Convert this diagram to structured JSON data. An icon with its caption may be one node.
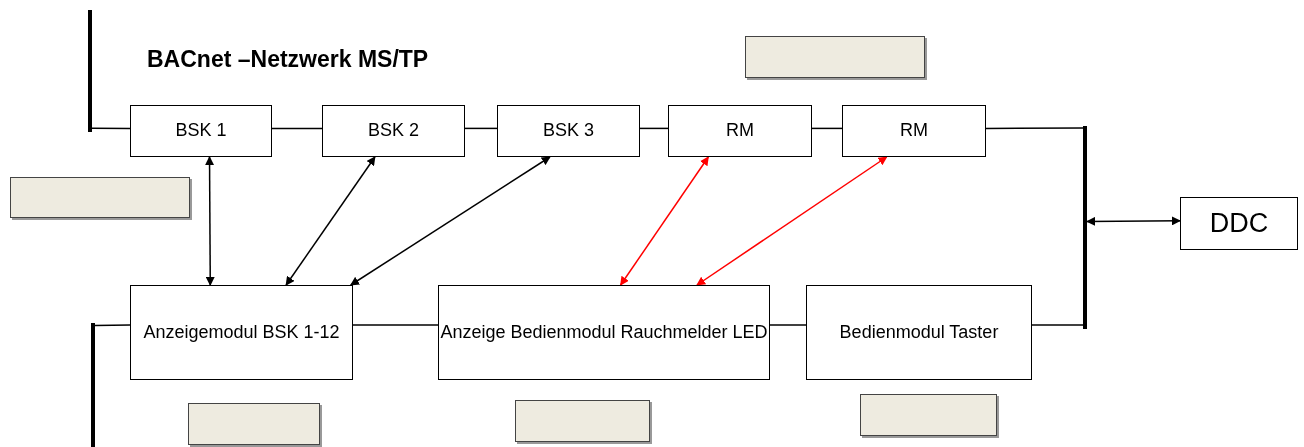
{
  "diagram": {
    "title": "**BACnet** –**Netzwerk MS/TP**",
    "nodes": [
      {
        "text": [],
        "shape": "bar"
      },
      {
        "text": [
          "BSK 1"
        ]
      },
      {
        "text": [
          "BSK 2"
        ]
      },
      {
        "text": [
          "BSK 3"
        ]
      },
      {
        "text": [
          "RM"
        ]
      },
      {
        "text": [
          "RM"
        ]
      },
      {
        "text": [],
        "shape": "box"
      },
      {
        "text": [],
        "shape": "box"
      },
      {
        "text": [],
        "shape": "bar"
      },
      {
        "text": [
          "DDC"
        ]
      },
      {
        "text": [
          "Anzeigemodul BSK 1-12"
        ]
      },
      {
        "text": [
          "Anzeige Bedienmodul Rauchmelder LED"
        ]
      },
      {
        "text": [
          "Bedienmodul Taster"
        ]
      },
      {
        "text": [],
        "shape": "bar"
      },
      {
        "text": [],
        "shape": "box"
      },
      {
        "text": [],
        "shape": "box"
      },
      {
        "text": [],
        "shape": "box"
      }
    ],
    "edges": [
      {
        "from": 0,
        "to": 1,
        "arrow": "none"
      },
      {
        "from": 1,
        "to": 2,
        "arrow": "none"
      },
      {
        "from": 2,
        "to": 3,
        "arrow": "none"
      },
      {
        "from": 3,
        "to": 4,
        "arrow": "none"
      },
      {
        "from": 4,
        "to": 5,
        "arrow": "none"
      },
      {
        "from": 5,
        "to": 8,
        "arrow": "none"
      },
      {
        "from": 8,
        "to": 9,
        "arrow": "both"
      },
      {
        "from": 1,
        "to": 10,
        "arrow": "both"
      },
      {
        "from": 2,
        "to": 10,
        "arrow": "both"
      },
      {
        "from": 3,
        "to": 10,
        "arrow": "both"
      },
      {
        "from": 4,
        "to": 11,
        "arrow": "both",
        "color": "#ff0000"
      },
      {
        "from": 5,
        "to": 11,
        "arrow": "both",
        "color": "#ff0000"
      },
      {
        "from": 13,
        "to": 10,
        "arrow": "none"
      },
      {
        "from": 10,
        "to": 11,
        "arrow": "none"
      },
      {
        "from": 11,
        "to": 12,
        "arrow": "none"
      },
      {
        "from": 12,
        "to": 8,
        "arrow": "none"
      }
    ]
  }
}
